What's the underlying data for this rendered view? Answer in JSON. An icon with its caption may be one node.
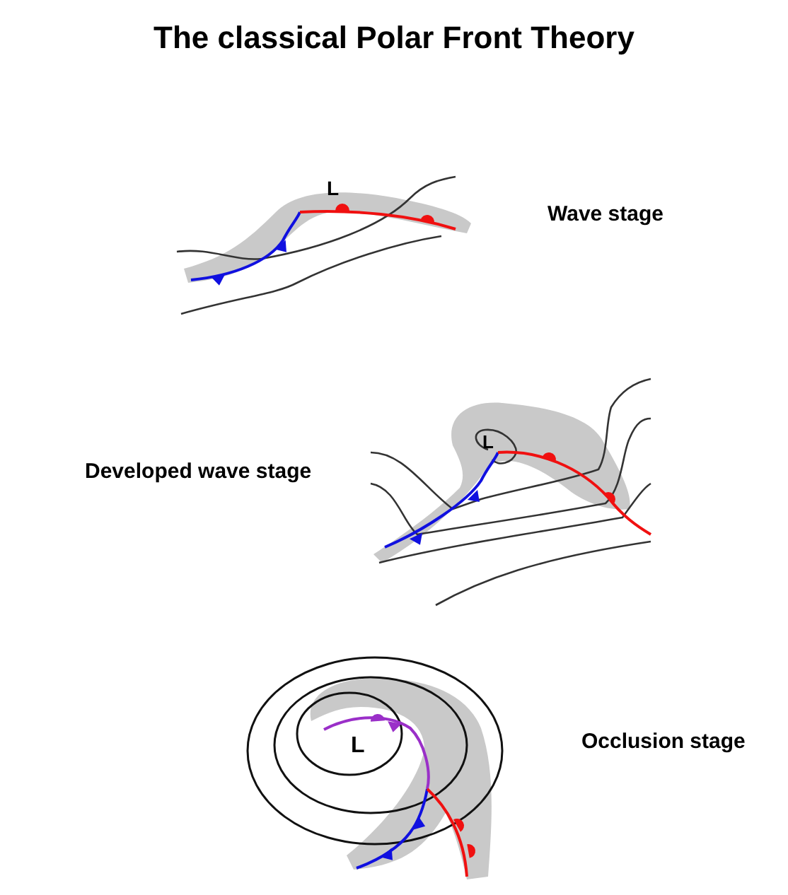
{
  "diagram": {
    "title": "The classical Polar Front Theory",
    "labels": [
      "L",
      "Wave stage",
      "L",
      "Developed wave stage",
      "L",
      "Occlusion stage"
    ]
  }
}
